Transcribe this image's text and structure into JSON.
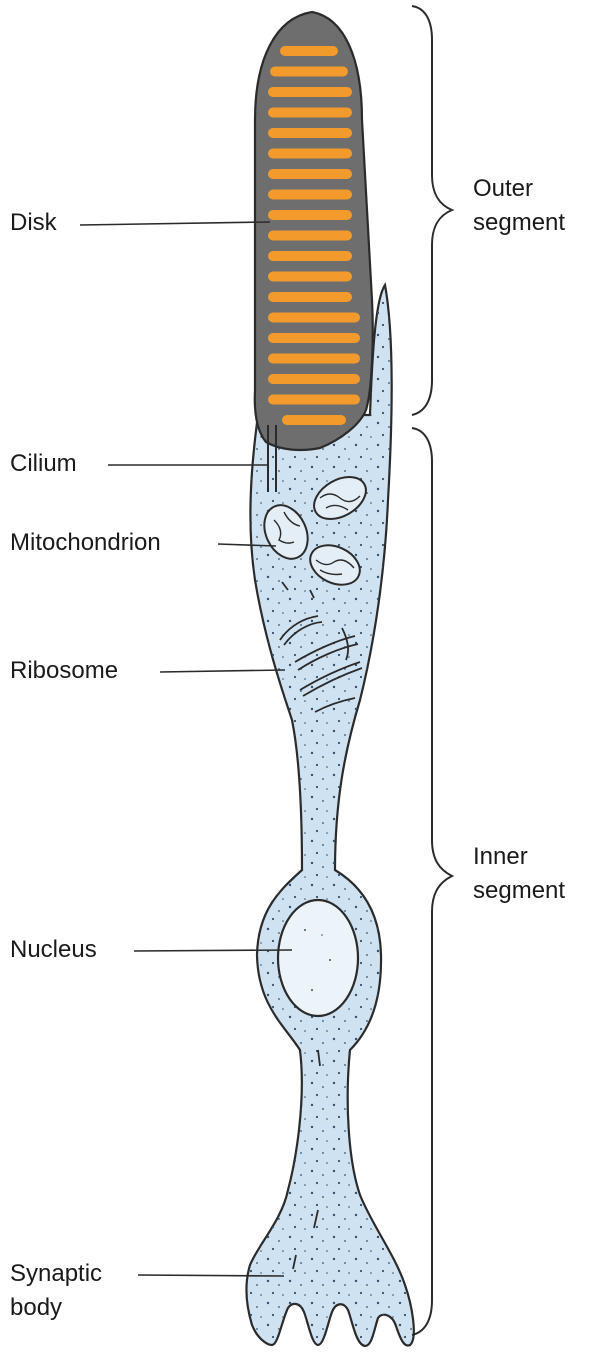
{
  "labels": {
    "disk": "Disk",
    "cilium": "Cilium",
    "mitochondrion": "Mitochondrion",
    "ribosome": "Ribosome",
    "nucleus": "Nucleus",
    "synaptic_body": "Synaptic\nbody",
    "outer_segment": "Outer\nsegment",
    "inner_segment": "Inner\nsegment"
  },
  "colors": {
    "outer_segment_fill": "#6e6e6e",
    "disk_fill": "#f39a2c",
    "inner_segment_fill": "#cfe2f1",
    "outline": "#2b2b2b",
    "nucleus_fill": "#ecf4fa"
  }
}
